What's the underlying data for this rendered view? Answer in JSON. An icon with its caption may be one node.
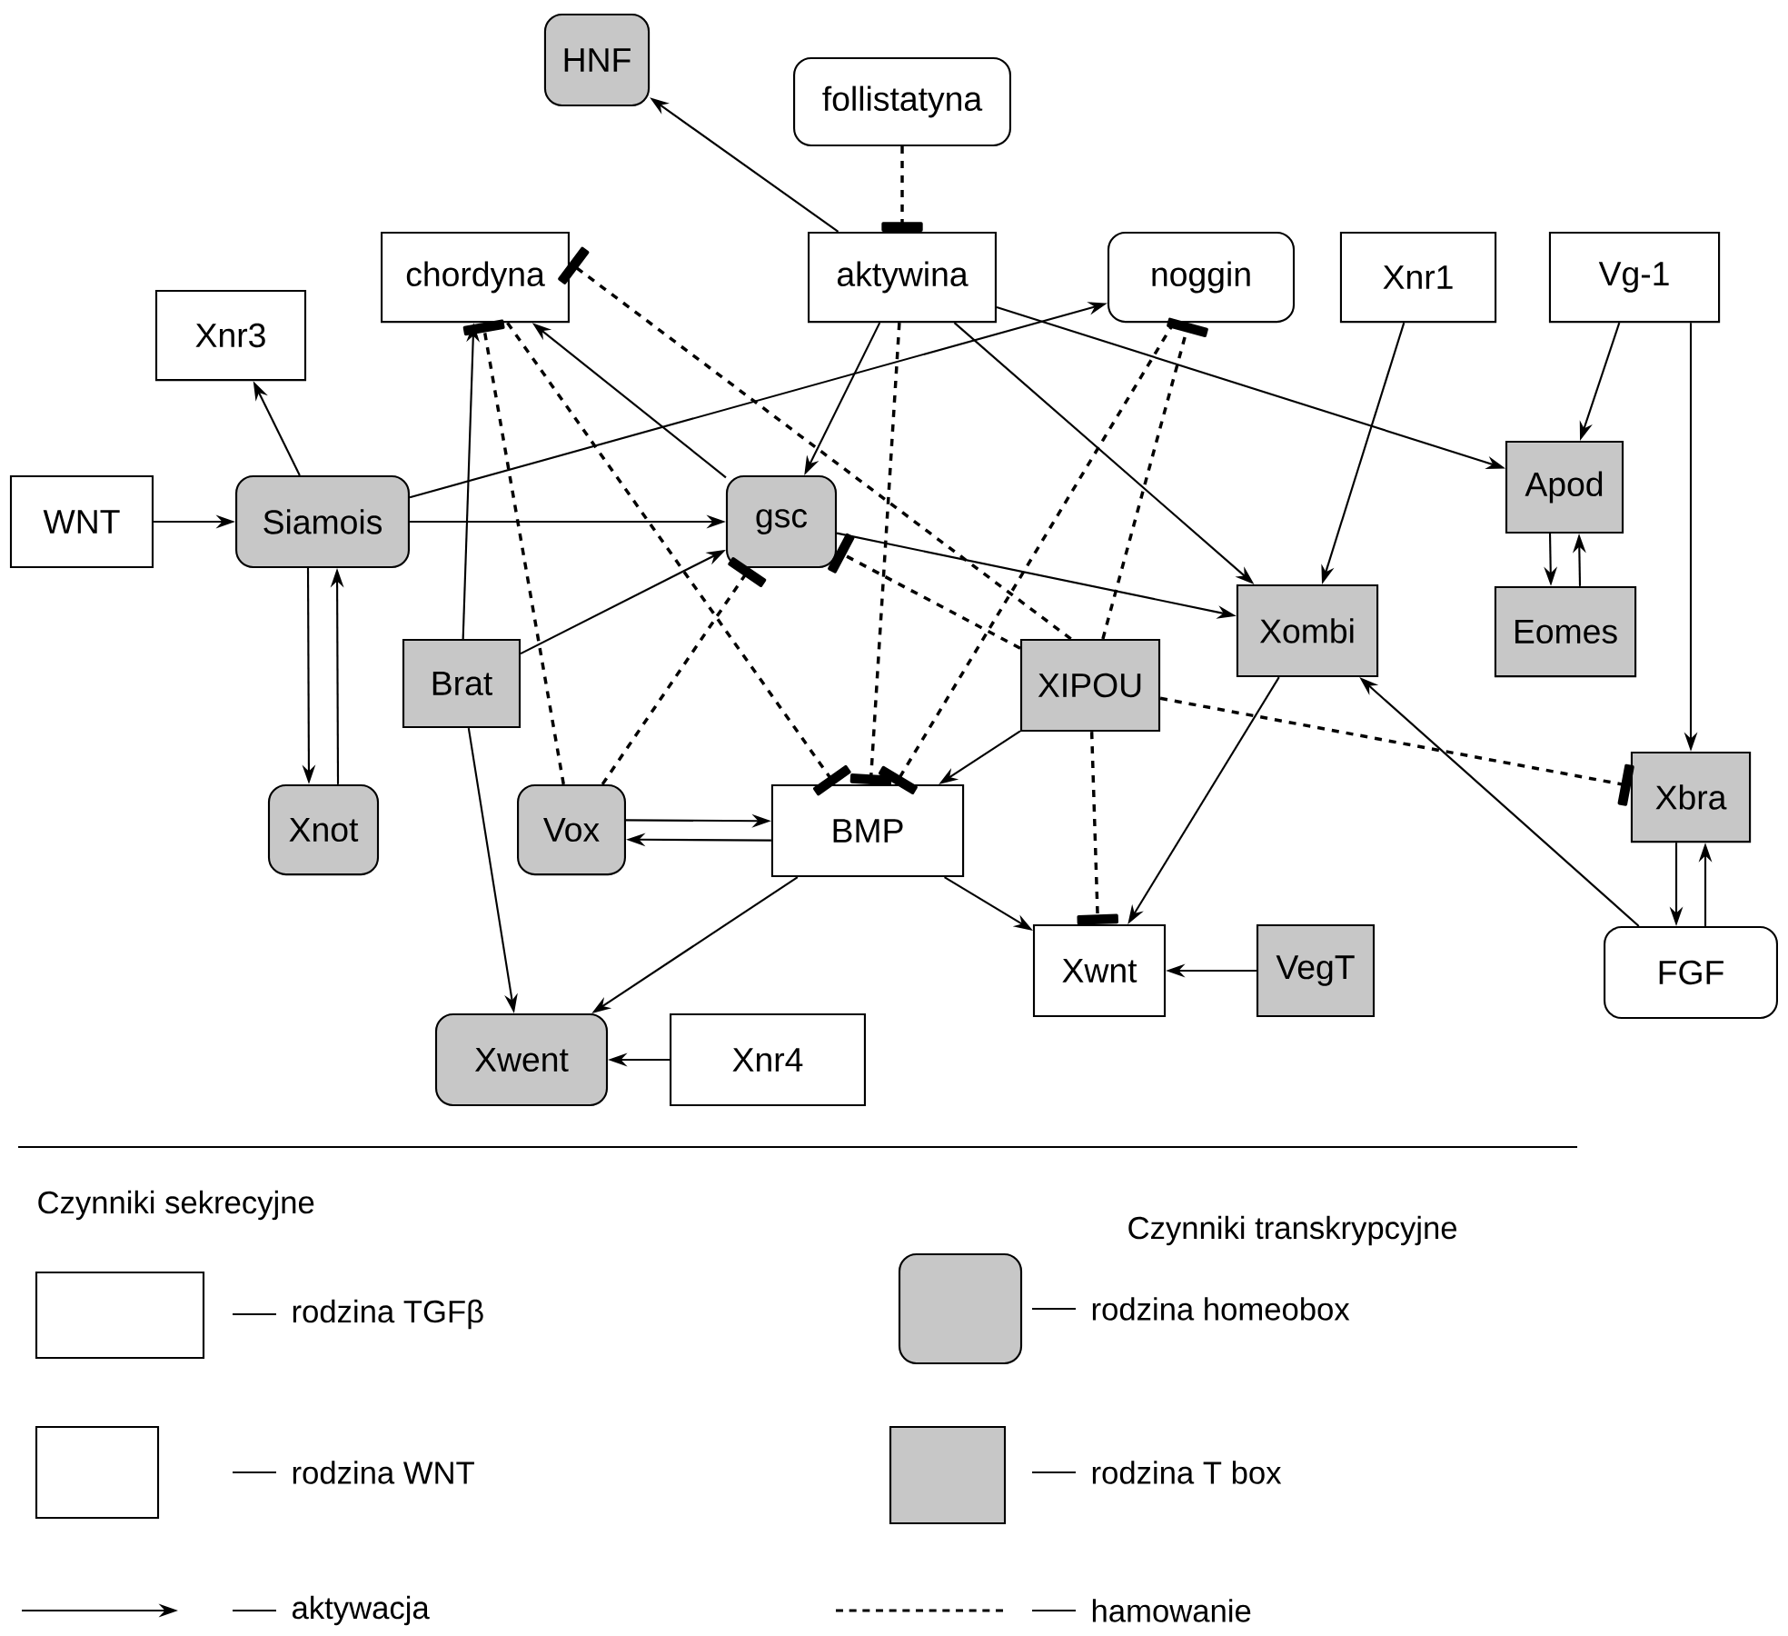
{
  "diagram": {
    "nodes": [
      {
        "text": [
          "HNF"
        ]
      },
      {
        "text": [
          "follistatyna"
        ]
      },
      {
        "text": [
          "chordyna"
        ]
      },
      {
        "text": [
          "aktywina"
        ]
      },
      {
        "text": [
          "noggin"
        ]
      },
      {
        "text": [
          "Xnr1"
        ]
      },
      {
        "text": [
          "Vg-1"
        ]
      },
      {
        "text": [
          "Xnr3"
        ]
      },
      {
        "text": [
          "WNT"
        ]
      },
      {
        "text": [
          "Siamois"
        ]
      },
      {
        "text": [
          "gsc"
        ]
      },
      {
        "text": [
          "Apod"
        ]
      },
      {
        "text": [
          "Eomes"
        ]
      },
      {
        "text": [
          "Brat"
        ]
      },
      {
        "text": [
          "XIPOU"
        ]
      },
      {
        "text": [
          "Xombi"
        ]
      },
      {
        "text": [
          "Xnot"
        ]
      },
      {
        "text": [
          "Vox"
        ]
      },
      {
        "text": [
          "BMP"
        ]
      },
      {
        "text": [
          "Xbra"
        ]
      },
      {
        "text": [
          "Xwnt"
        ]
      },
      {
        "text": [
          "VegT"
        ]
      },
      {
        "text": [
          "FGF"
        ]
      },
      {
        "text": [
          "Xwent"
        ]
      },
      {
        "text": [
          "Xnr4"
        ]
      }
    ],
    "edges": [
      {
        "from": 3,
        "to": 0,
        "arrow": "to"
      },
      {
        "from": 8,
        "to": 9,
        "arrow": "to"
      },
      {
        "from": 9,
        "to": 7,
        "arrow": "to"
      },
      {
        "from": 9,
        "to": 10,
        "arrow": "to"
      },
      {
        "from": 9,
        "to": 4,
        "arrow": "to"
      },
      {
        "from": 9,
        "to": 16,
        "arrow": "to"
      },
      {
        "from": 16,
        "to": 9,
        "arrow": "to"
      },
      {
        "from": 13,
        "to": 2,
        "arrow": "to"
      },
      {
        "from": 10,
        "to": 2,
        "arrow": "to"
      },
      {
        "from": 3,
        "to": 10,
        "arrow": "to"
      },
      {
        "from": 3,
        "to": 15,
        "arrow": "to"
      },
      {
        "from": 3,
        "to": 11,
        "arrow": "to"
      },
      {
        "from": 10,
        "to": 15,
        "arrow": "to"
      },
      {
        "from": 13,
        "to": 10,
        "arrow": "to"
      },
      {
        "from": 13,
        "to": 23,
        "arrow": "to"
      },
      {
        "from": 5,
        "to": 15,
        "arrow": "to"
      },
      {
        "from": 6,
        "to": 11,
        "arrow": "to"
      },
      {
        "from": 6,
        "to": 19,
        "arrow": "to"
      },
      {
        "from": 11,
        "to": 12,
        "arrow": "to"
      },
      {
        "from": 12,
        "to": 11,
        "arrow": "to"
      },
      {
        "from": 17,
        "to": 18,
        "arrow": "to"
      },
      {
        "from": 18,
        "to": 17,
        "arrow": "to"
      },
      {
        "from": 18,
        "to": 23,
        "arrow": "to"
      },
      {
        "from": 18,
        "to": 20,
        "arrow": "to"
      },
      {
        "from": 14,
        "to": 18,
        "arrow": "to"
      },
      {
        "from": 15,
        "to": 20,
        "arrow": "to"
      },
      {
        "from": 21,
        "to": 20,
        "arrow": "to"
      },
      {
        "from": 19,
        "to": 22,
        "arrow": "to"
      },
      {
        "from": 22,
        "to": 19,
        "arrow": "to"
      },
      {
        "from": 22,
        "to": 15,
        "arrow": "to"
      },
      {
        "from": 24,
        "to": 23,
        "arrow": "to"
      },
      {
        "from": 1,
        "to": 3,
        "arrow": "other",
        "style": "dashed"
      },
      {
        "from": 14,
        "to": 2,
        "arrow": "other",
        "style": "dashed"
      },
      {
        "from": 17,
        "to": 2,
        "arrow": "other",
        "style": "dashed"
      },
      {
        "from": 2,
        "to": 18,
        "arrow": "other",
        "style": "dashed"
      },
      {
        "from": 3,
        "to": 18,
        "arrow": "other",
        "style": "dashed"
      },
      {
        "from": 4,
        "to": 18,
        "arrow": "other",
        "style": "dashed"
      },
      {
        "from": 17,
        "to": 10,
        "arrow": "other",
        "style": "dashed"
      },
      {
        "from": 14,
        "to": 10,
        "arrow": "other",
        "style": "dashed"
      },
      {
        "from": 14,
        "to": 4,
        "arrow": "other",
        "style": "dashed"
      },
      {
        "from": 14,
        "to": 20,
        "arrow": "other",
        "style": "dashed"
      },
      {
        "from": 14,
        "to": 19,
        "arrow": "other",
        "style": "dashed"
      }
    ],
    "labels": [
      "Czynniki sekrecyjne",
      "Czynniki transkrypcyjne"
    ],
    "legend": [
      {
        "text": "rodzina TGFβ"
      },
      {
        "text": "rodzina homeobox"
      },
      {
        "text": "rodzina WNT"
      },
      {
        "text": "rodzina T box"
      },
      {
        "text": "aktywacja"
      },
      {
        "text": "hamowanie"
      }
    ]
  }
}
